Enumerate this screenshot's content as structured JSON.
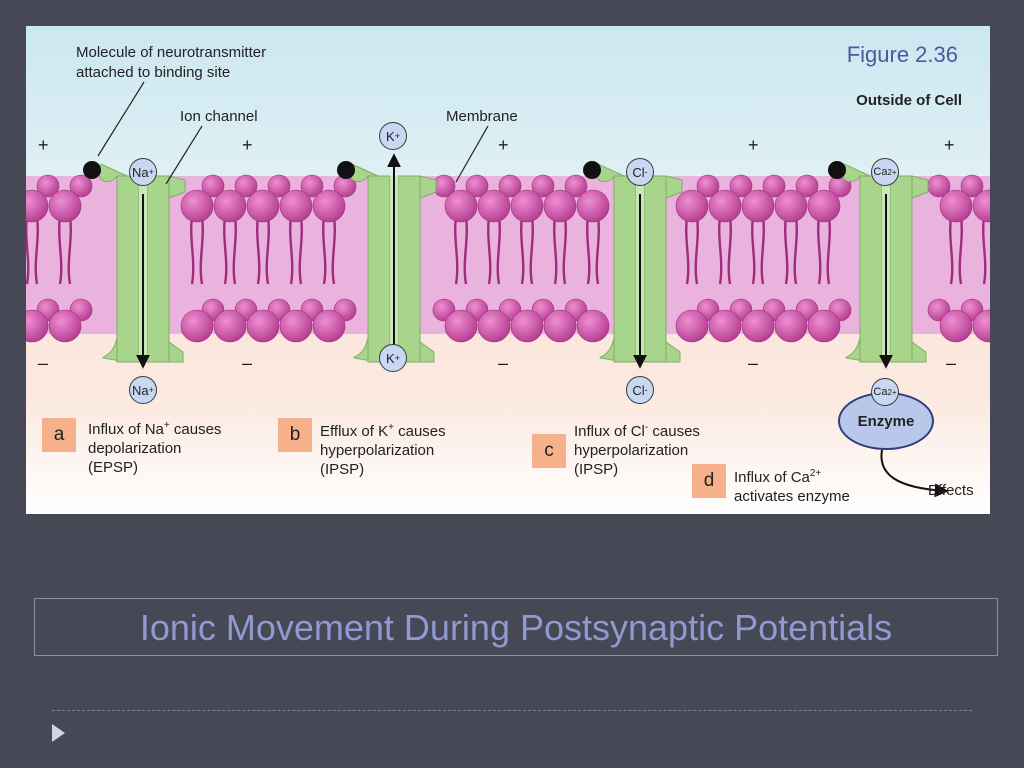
{
  "figure": {
    "number": "Figure 2.36",
    "outside_label": "Outside of Cell",
    "label_neurotransmitter": [
      "Molecule of neurotransmitter",
      "attached to binding site"
    ],
    "label_ion_channel": "Ion channel",
    "label_membrane": "Membrane",
    "sign_positive": "+",
    "sign_negative": "–",
    "enzyme_label": "Enzyme",
    "effects_label": "Effects",
    "ions": {
      "na": "Na",
      "k": "K",
      "cl": "Cl",
      "ca": "Ca",
      "plus": "+",
      "minus": "-",
      "two_plus": "2+"
    },
    "panels": {
      "a": {
        "letter": "a",
        "line1_pre": "Influx of Na",
        "line1_sup": "+",
        "line1_post": " causes",
        "line2": "depolarization",
        "line3": "(EPSP)"
      },
      "b": {
        "letter": "b",
        "line1_pre": "Efflux of K",
        "line1_sup": "+",
        "line1_post": " causes",
        "line2": "hyperpolarization",
        "line3": "(IPSP)"
      },
      "c": {
        "letter": "c",
        "line1_pre": "Influx of Cl",
        "line1_sup": "-",
        "line1_post": " causes",
        "line2": "hyperpolarization",
        "line3": "(IPSP)"
      },
      "d": {
        "letter": "d",
        "line1_pre": "Influx of Ca",
        "line1_sup": "2+",
        "line1_post": "",
        "line2": "activates enzyme",
        "line3": ""
      }
    },
    "colors": {
      "membrane_pink": "#e7a6d6",
      "lipid_head": "#c8449f",
      "lipid_tail": "#a02c7e",
      "channel_green": "#a8d48c",
      "ion_blue": "#c9d8f2",
      "letter_box": "#f6b08a",
      "figure_number": "#4a5a9c"
    }
  },
  "slide": {
    "title": "Ionic Movement During Postsynaptic Potentials",
    "bullet_icon": "triangle-bullet-icon"
  }
}
